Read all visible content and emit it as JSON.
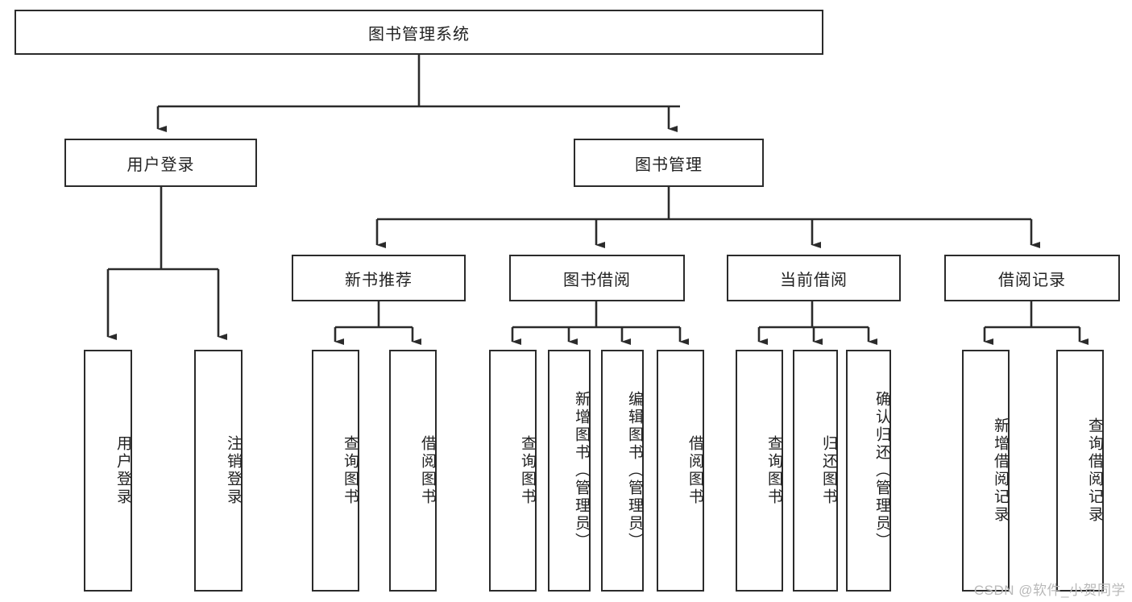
{
  "diagram": {
    "title": "图书管理系统",
    "type": "tree-hierarchy-chart",
    "colors": {
      "box_border": "#2b2b2b",
      "box_fill": "#ffffff",
      "text": "#222222",
      "watermark": "#b9b9b9"
    },
    "watermark": "CSDN @软件_小贺同学",
    "levels": {
      "root": {
        "label": "图书管理系统"
      },
      "level2": [
        {
          "id": "user-login",
          "label": "用户登录"
        },
        {
          "id": "book-manage",
          "label": "图书管理"
        }
      ],
      "level3": [
        {
          "id": "new-book-rec",
          "label": "新书推荐"
        },
        {
          "id": "book-borrow",
          "label": "图书借阅"
        },
        {
          "id": "current-borrow",
          "label": "当前借阅"
        },
        {
          "id": "borrow-record",
          "label": "借阅记录"
        }
      ],
      "leaves": [
        {
          "id": "leaf-user-login",
          "label": "用户登录",
          "parent": "user-login"
        },
        {
          "id": "leaf-logout",
          "label": "注销登录",
          "parent": "user-login"
        },
        {
          "id": "leaf-query-book-1",
          "label": "查询图书",
          "parent": "new-book-rec"
        },
        {
          "id": "leaf-borrow-book-1",
          "label": "借阅图书",
          "parent": "new-book-rec"
        },
        {
          "id": "leaf-query-book-2",
          "label": "查询图书",
          "parent": "book-borrow"
        },
        {
          "id": "leaf-add-book",
          "label": "新增图书（管理员）",
          "parent": "book-borrow"
        },
        {
          "id": "leaf-edit-book",
          "label": "编辑图书（管理员）",
          "parent": "book-borrow"
        },
        {
          "id": "leaf-borrow-book-2",
          "label": "借阅图书",
          "parent": "book-borrow"
        },
        {
          "id": "leaf-query-book-3",
          "label": "查询图书",
          "parent": "current-borrow"
        },
        {
          "id": "leaf-return-book",
          "label": "归还图书",
          "parent": "current-borrow"
        },
        {
          "id": "leaf-confirm-return",
          "label": "确认归还（管理员）",
          "parent": "current-borrow"
        },
        {
          "id": "leaf-add-record",
          "label": "新增借阅记录",
          "parent": "borrow-record"
        },
        {
          "id": "leaf-query-record",
          "label": "查询借阅记录",
          "parent": "borrow-record"
        }
      ]
    }
  }
}
